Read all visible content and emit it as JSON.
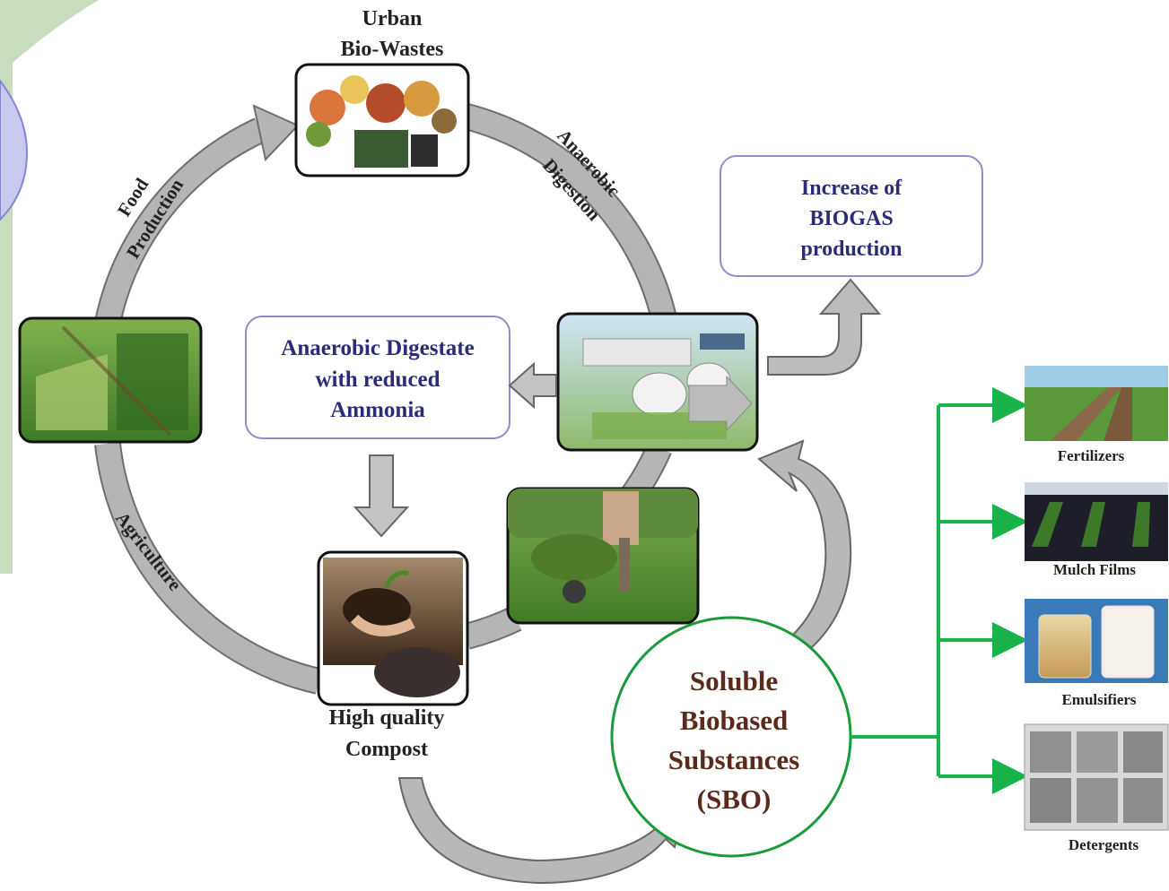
{
  "nodes": {
    "urban_title_1": "Urban",
    "urban_title_2": "Bio-Wastes",
    "compost_1": "High quality",
    "compost_2": "Compost",
    "biogas_1": "Increase of",
    "biogas_2": "BIOGAS",
    "biogas_3": "production",
    "digestate_1": "Anaerobic Digestate",
    "digestate_2": "with reduced",
    "digestate_3": "Ammonia",
    "sbo_1": "Soluble",
    "sbo_2": "Biobased",
    "sbo_3": "Substances",
    "sbo_4": "(SBO)"
  },
  "cycle_labels": {
    "food": "Food",
    "production": "Production",
    "anaerobic": "Anaerobic",
    "digestion": "Digestion",
    "agriculture": "Agriculture"
  },
  "products": [
    "Fertilizers",
    "Mulch Films",
    "Emulsifiers",
    "Detergents"
  ],
  "colors": {
    "arrow_gray": "#b5b5b5",
    "arrow_edge": "#6e6e6e",
    "box_border": "#8f8fc8",
    "blue_text": "#2b2c78",
    "sbo_green": "#1a9a3a",
    "sbo_text": "#5a2a1a",
    "branch_green": "#19b34a"
  }
}
